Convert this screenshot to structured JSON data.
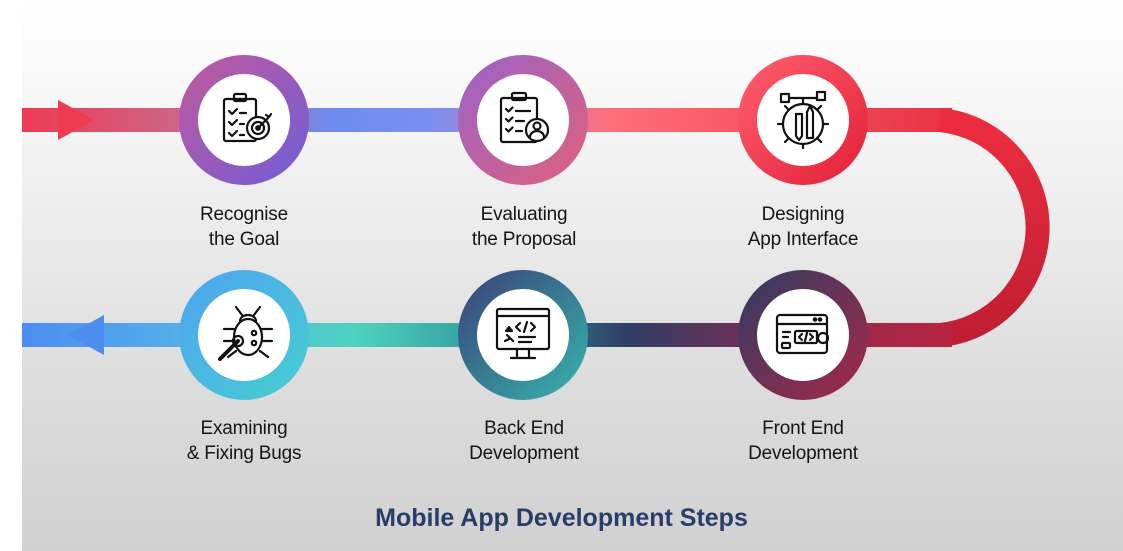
{
  "title": "Mobile App Development Steps",
  "steps": [
    {
      "line1": "Recognise",
      "line2": "the Goal",
      "icon": "clipboard-target-icon"
    },
    {
      "line1": "Evaluating",
      "line2": "the Proposal",
      "icon": "clipboard-person-icon"
    },
    {
      "line1": "Designing",
      "line2": "App Interface",
      "icon": "design-tools-icon"
    },
    {
      "line1": "Front End",
      "line2": "Development",
      "icon": "code-window-icon"
    },
    {
      "line1": "Back End",
      "line2": "Development",
      "icon": "monitor-code-icon"
    },
    {
      "line1": "Examining",
      "line2": "& Fixing Bugs",
      "icon": "bug-wrench-icon"
    }
  ],
  "colors": {
    "title": "#2a3d66",
    "red": "#e2283b",
    "pink": "#f0566a",
    "blue": "#5a8cf2",
    "teal": "#4cc4be",
    "navy": "#2f3d64",
    "purple": "#7a4ec4"
  }
}
